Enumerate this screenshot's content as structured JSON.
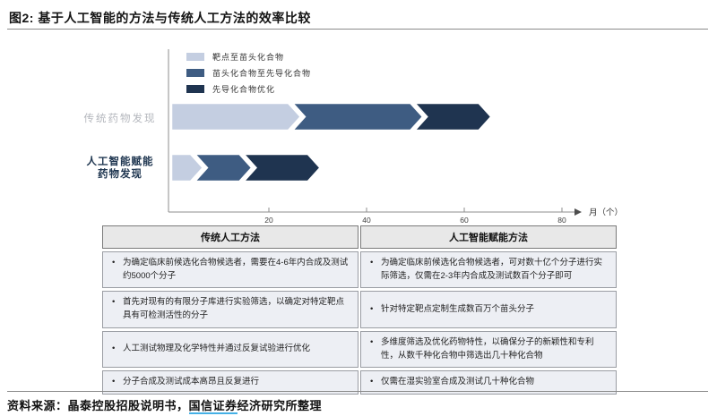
{
  "title": "图2: 基于人工智能的方法与传统人工方法的效率比较",
  "chart_data": {
    "type": "bar",
    "subtype": "horizontal-stacked-chevron-arrows",
    "categories": [
      "传统药物发现",
      "人工智能赋能\n药物发现"
    ],
    "series": [
      {
        "name": "靶点至苗头化合物",
        "color": "#c4cee1",
        "values": [
          24,
          4
        ]
      },
      {
        "name": "苗头化合物至先导化合物",
        "color": "#3e5c82",
        "values": [
          25,
          10
        ]
      },
      {
        "name": "先导化合物优化",
        "color": "#1f3450",
        "values": [
          14,
          14
        ]
      }
    ],
    "totals_months": [
      63,
      28
    ],
    "xlabel": "月（个）",
    "x_ticks": [
      20,
      40,
      60,
      80
    ],
    "xlim": [
      0,
      84
    ],
    "legend_position": "top-left",
    "grid": false,
    "category_label_colors": [
      "#b4b7bd",
      "#203751"
    ]
  },
  "table": {
    "headers": [
      "传统人工方法",
      "人工智能赋能方法"
    ],
    "rows": [
      [
        "为确定临床前候选化合物候选者，需要在4-6年内合成及测试约5000个分子",
        "为确定临床前候选化合物候选者，可对数十亿个分子进行实际筛选，仅需在2-3年内合成及测试数百个分子即可"
      ],
      [
        "首先对现有的有限分子库进行实验筛选，以确定对特定靶点具有可检测活性的分子",
        "针对特定靶点定制生成数百万个苗头分子"
      ],
      [
        "人工测试物理及化学特性并通过反复试验进行优化",
        "多维度筛选及优化药物特性，以确保分子的新颖性和专利性，从数千种化合物中筛选出几十种化合物"
      ],
      [
        "分子合成及测试成本高昂且反复进行",
        "仅需在湿实验室合成及测试几十种化合物"
      ]
    ]
  },
  "footer": {
    "prefix": "资料来源：晶泰控股招股说明书，",
    "link_text": "国信证券",
    "suffix": "经济研究所整理",
    "link_underline_color": "#45b0e5"
  }
}
